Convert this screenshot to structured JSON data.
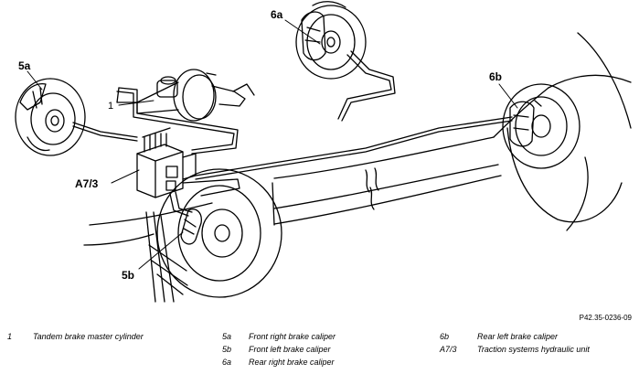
{
  "callouts": {
    "c6a": "6a",
    "c5a": "5a",
    "c1": "1",
    "c6b": "6b",
    "cA73": "A7/3",
    "c5b": "5b"
  },
  "figure_ref": "P42.35-0236-09",
  "legend": [
    {
      "num": "1",
      "text": "Tandem brake master cylinder"
    },
    {
      "num": "5a",
      "text": "Front right brake caliper"
    },
    {
      "num": "5b",
      "text": "Front left brake caliper"
    },
    {
      "num": "6a",
      "text": "Rear right brake caliper"
    },
    {
      "num": "6b",
      "text": "Rear left brake caliper"
    },
    {
      "num": "A7/3",
      "text": "Traction systems hydraulic unit"
    }
  ]
}
